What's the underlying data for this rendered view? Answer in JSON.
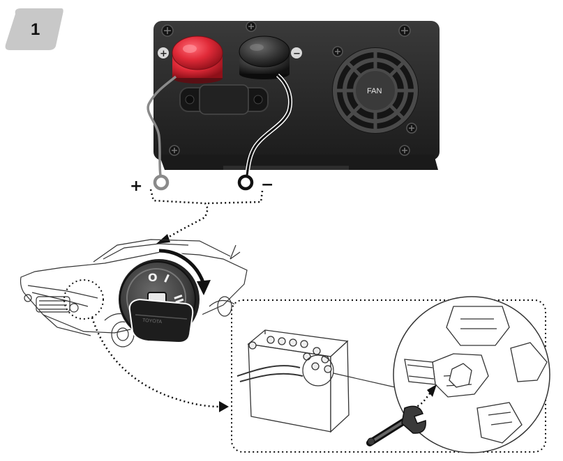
{
  "step": {
    "number": "1"
  },
  "inverter": {
    "fan_label": "FAN",
    "positive_terminal_symbol": "+",
    "negative_terminal_symbol": "−"
  },
  "leads": {
    "positive_symbol": "+",
    "negative_symbol": "−"
  },
  "ignition": {
    "positions": [
      "O",
      "I",
      "II"
    ],
    "key_text": "TOYOTA"
  },
  "colors": {
    "badge": "#c8c8c8",
    "inverter_body": "#262626",
    "positive_cap": "#d8232f",
    "negative_cap": "#2e2e2e",
    "positive_cable": "#8a8a8a",
    "negative_cable": "#111111"
  },
  "icons": [
    "wrench-icon",
    "fan-grille-icon",
    "screw-icon",
    "fuse-icon"
  ]
}
